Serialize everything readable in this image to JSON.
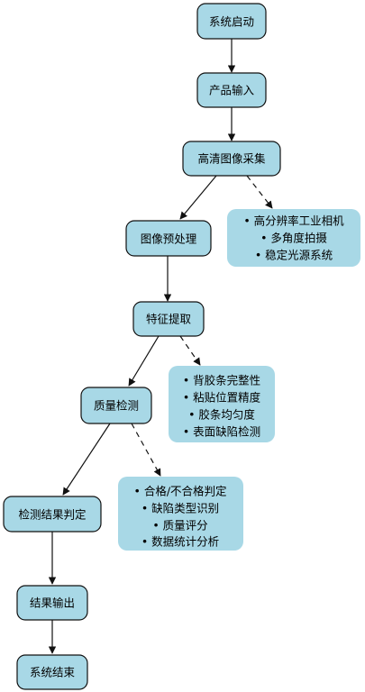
{
  "colors": {
    "node_fill": "#a8d8e6",
    "note_fill": "#a8d8e6",
    "stroke": "#111111",
    "background": "#ffffff"
  },
  "nodes": {
    "start": "系统启动",
    "input": "产品输入",
    "capture": "高清图像采集",
    "preprocess": "图像预处理",
    "feature": "特征提取",
    "quality": "质量检测",
    "judge": "检测结果判定",
    "output": "结果输出",
    "end": "系统结束"
  },
  "notes": {
    "capture_details": [
      "• 高分辨率工业相机",
      "• 多角度拍摄",
      "• 稳定光源系统"
    ],
    "feature_details": [
      "• 背胶条完整性",
      "• 粘贴位置精度",
      "• 胶条均匀度",
      "• 表面缺陷检测"
    ],
    "judge_details": [
      "• 合格/不合格判定",
      "• 缺陷类型识别",
      "• 质量评分",
      "• 数据统计分析"
    ]
  }
}
